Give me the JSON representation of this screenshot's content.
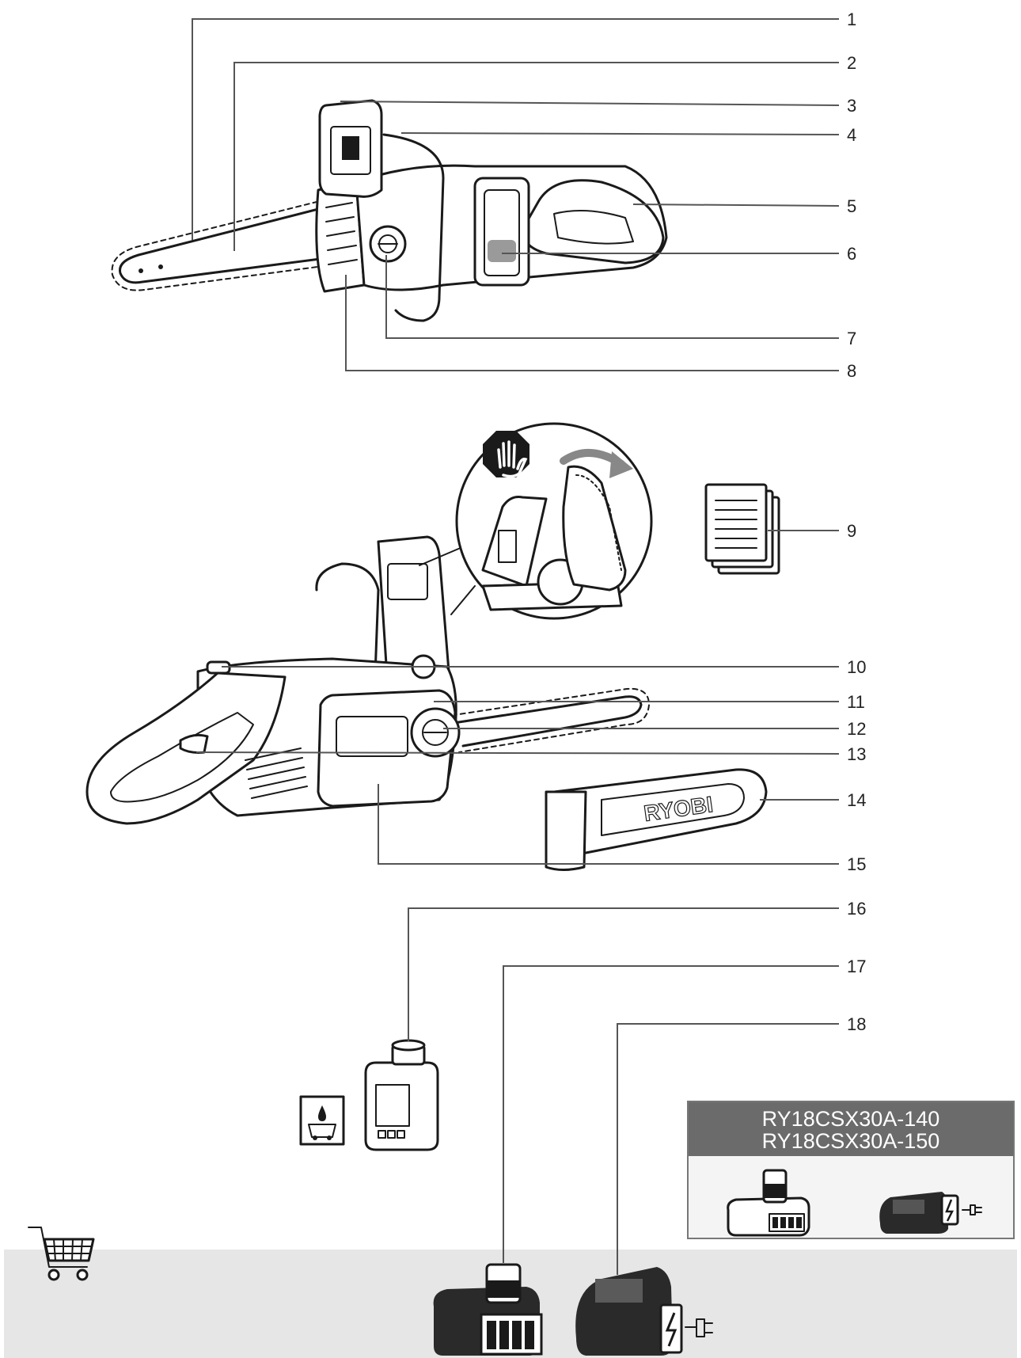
{
  "callouts": [
    "1",
    "2",
    "3",
    "4",
    "5",
    "6",
    "7",
    "8",
    "9",
    "10",
    "11",
    "12",
    "13",
    "14",
    "15",
    "16",
    "17",
    "18"
  ],
  "bar_cover_logo": "RYOBI",
  "variant_models": [
    "RY18CSX30A-140",
    "RY18CSX30A-150"
  ],
  "icons": {
    "stop": "stop-hand-icon",
    "manual": "manual-document-icon",
    "oil": "oil-drop-icon",
    "cart": "shopping-cart-icon",
    "battery": "battery-icon",
    "charger": "charger-icon",
    "plug": "plug-icon"
  },
  "colors": {
    "band": "#e6e6e6",
    "variant_header": "#6b6b6b",
    "ink": "#1a1a1a",
    "arrow": "#888888"
  }
}
